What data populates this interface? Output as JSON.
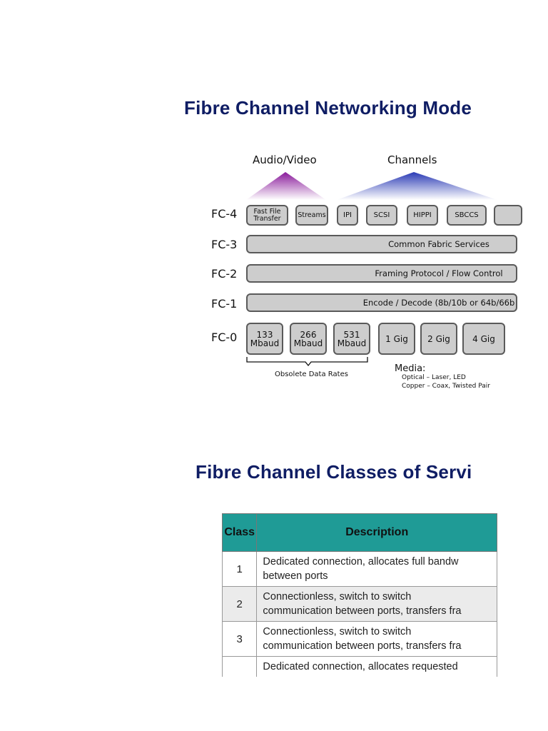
{
  "title_networking": "Fibre Channel Networking Mode",
  "title_classes": "Fibre Channel Classes of Servi",
  "diagram": {
    "group_audio_video": "Audio/Video",
    "group_channels": "Channels",
    "levels": [
      "FC-4",
      "FC-3",
      "FC-2",
      "FC-1",
      "FC-0"
    ],
    "fc4_boxes": [
      "Fast File Transfer",
      "Streams",
      "IPI",
      "SCSI",
      "HIPPI",
      "SBCCS"
    ],
    "fc3_label": "Common Fabric Services",
    "fc2_label": "Framing Protocol / Flow Control",
    "fc1_label": "Encode / Decode (8b/10b or 64b/66b",
    "fc0_boxes": [
      "133 Mbaud",
      "266 Mbaud",
      "531 Mbaud",
      "1 Gig",
      "2 Gig",
      "4 Gig"
    ],
    "obsolete_label": "Obsolete Data Rates",
    "media_title": "Media:",
    "media_optical": "Optical – Laser, LED",
    "media_copper": "Copper – Coax, Twisted Pair",
    "colors": {
      "audio_video": "#8a1a9b",
      "channels": "#2a3ab5",
      "box_fill": "#cdcdcd",
      "title": "#0f1d64"
    }
  },
  "table": {
    "headers": [
      "Class",
      "Description"
    ],
    "header_color": "#1f9b96",
    "rows": [
      {
        "class": "1",
        "desc1": "Dedicated connection, allocates full bandw",
        "desc2": "between ports"
      },
      {
        "class": "2",
        "desc1": "Connectionless, switch to switch",
        "desc2": "communication between ports, transfers fra"
      },
      {
        "class": "3",
        "desc1": "Connectionless, switch to switch",
        "desc2": "communication between ports, transfers fra"
      },
      {
        "class": "",
        "desc1": "Dedicated connection, allocates requested",
        "desc2": ""
      }
    ]
  }
}
